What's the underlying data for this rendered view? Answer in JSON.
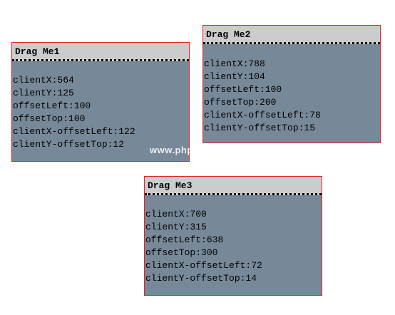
{
  "panels": [
    {
      "title": "Drag Me1",
      "lines": [
        "clientX:564",
        "clientY:125",
        "offsetLeft:100",
        "offsetTop:100",
        "clientX-offsetLeft:122",
        "clientY-offsetTop:12"
      ]
    },
    {
      "title": "Drag Me2",
      "lines": [
        "clientX:788",
        "clientY:104",
        "offsetLeft:100",
        "offsetTop:200",
        "clientX-offsetLeft:78",
        "clientY-offsetTop:15"
      ]
    },
    {
      "title": "Drag Me3",
      "lines": [
        "clientX:700",
        "clientY:315",
        "offsetLeft:638",
        "offsetTop:300",
        "clientX-offsetLeft:72",
        "clientY-offsetTop:14"
      ]
    }
  ],
  "watermark": "www.php.cn",
  "colors": {
    "panel_body": "#778899",
    "panel_header": "#cccccc",
    "panel_border": "#e02424"
  }
}
